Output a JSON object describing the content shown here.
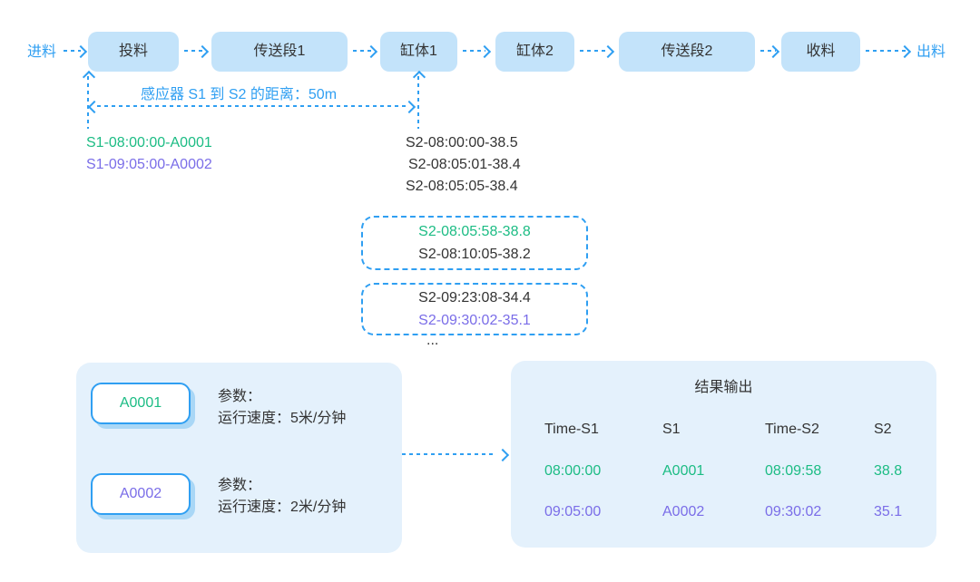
{
  "colors": {
    "accent_blue": "#2f9ff2",
    "box_fill": "#c3e3fa",
    "panel_fill": "#e4f1fc",
    "green": "#1cbc84",
    "purple": "#7a6de8",
    "dark_text": "#333333"
  },
  "flow": {
    "input_label": "进料",
    "output_label": "出料",
    "stages": [
      {
        "label": "投料"
      },
      {
        "label": "传送段1"
      },
      {
        "label": "缸体1"
      },
      {
        "label": "缸体2"
      },
      {
        "label": "传送段2"
      },
      {
        "label": "收料"
      }
    ]
  },
  "distance_label": "感应器 S1 到 S2 的距离：50m",
  "s1_records": [
    {
      "text": "S1-08:00:00-A0001"
    },
    {
      "text": "S1-09:05:00-A0002"
    }
  ],
  "s2_records": [
    {
      "text": "S2-08:00:00-38.5"
    },
    {
      "text": "S2-08:05:01-38.4"
    },
    {
      "text": "S2-08:05:05-38.4"
    }
  ],
  "s2_group1": [
    {
      "text": "S2-08:05:58-38.8"
    },
    {
      "text": "S2-08:10:05-38.2"
    }
  ],
  "s2_group2": [
    {
      "text": "S2-09:23:08-34.4"
    },
    {
      "text": "S2-09:30:02-35.1"
    }
  ],
  "ellipsis": "...",
  "materials": [
    {
      "id": "A0001",
      "param_title": "参数：",
      "speed": "运行速度：5米/分钟"
    },
    {
      "id": "A0002",
      "param_title": "参数：",
      "speed": "运行速度：2米/分钟"
    }
  ],
  "results": {
    "title": "结果输出",
    "headers": [
      "Time-S1",
      "S1",
      "Time-S2",
      "S2"
    ],
    "rows": [
      [
        "08:00:00",
        "A0001",
        "08:09:58",
        "38.8"
      ],
      [
        "09:05:00",
        "A0002",
        "09:30:02",
        "35.1"
      ]
    ]
  }
}
